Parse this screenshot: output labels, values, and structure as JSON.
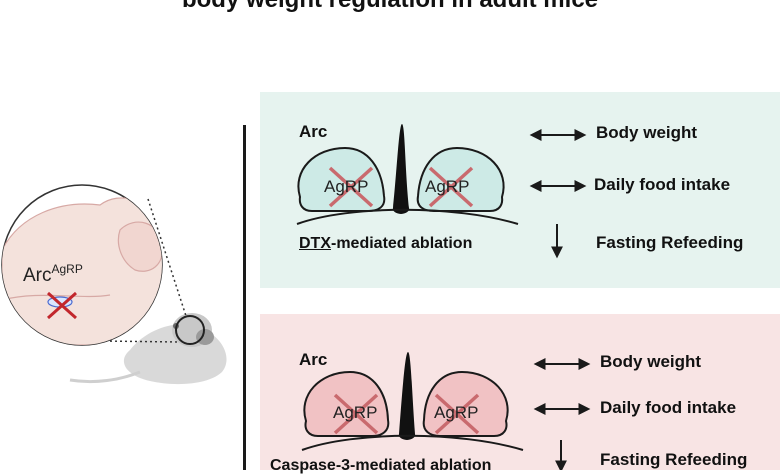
{
  "title": "body weight regulation in adult mice",
  "left_panel": {
    "label_main": "Arc",
    "label_sup": "AgRP"
  },
  "top_panel": {
    "region_label": "Arc",
    "left_nucleus_label": "AgRP",
    "right_nucleus_label": "AgRP",
    "ablation_underlined": "DTX",
    "ablation_rest": "-mediated ablation",
    "effects": [
      {
        "label": "Body weight",
        "arrow": "bidirectional"
      },
      {
        "label": "Daily food intake",
        "arrow": "bidirectional"
      },
      {
        "label": "Fasting Refeeding",
        "arrow": "down"
      }
    ],
    "color": "#cdeae6"
  },
  "bottom_panel": {
    "region_label": "Arc",
    "left_nucleus_label": "AgRP",
    "right_nucleus_label": "AgRP",
    "ablation_text": "Caspase-3-mediated ablation",
    "effects": [
      {
        "label": "Body weight",
        "arrow": "bidirectional"
      },
      {
        "label": "Daily food intake",
        "arrow": "bidirectional"
      },
      {
        "label": "Fasting Refeeding",
        "arrow": "down"
      }
    ],
    "color": "#f1c2c4"
  },
  "colors": {
    "cross": "#c96a6e",
    "outline": "#1a1a1a",
    "brain": "#f4e2dc"
  }
}
